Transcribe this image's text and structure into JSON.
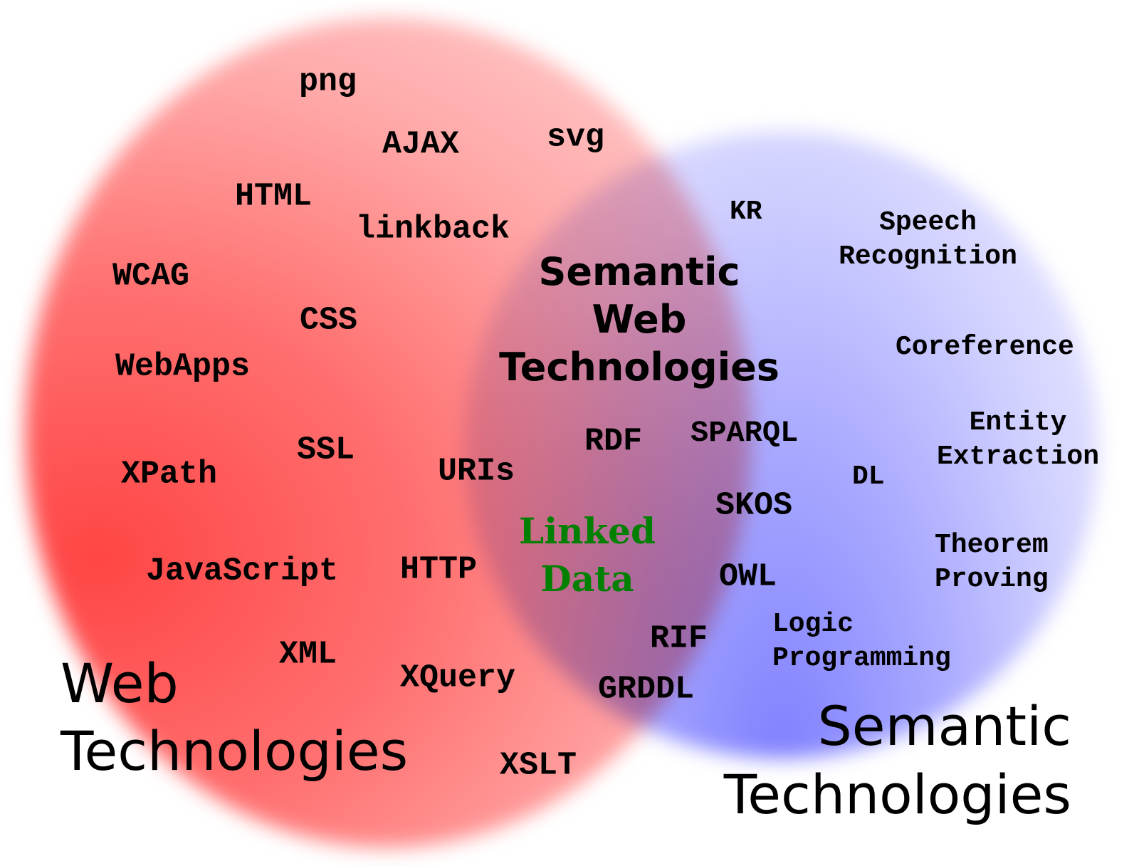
{
  "web_circle": {
    "label_line1": "Web",
    "label_line2": "Technologies",
    "color": "#ff5050"
  },
  "semantic_circle": {
    "label_line1": "Semantic",
    "label_line2": "Technologies",
    "color": "#8888ff"
  },
  "intersection": {
    "title_line1": "Semantic",
    "title_line2": "Web",
    "title_line3": "Technologies",
    "linked_data_line1": "Linked",
    "linked_data_line2": "Data",
    "linked_data_color": "#008000"
  },
  "web_items": [
    "png",
    "AJAX",
    "svg",
    "HTML",
    "linkback",
    "WCAG",
    "CSS",
    "WebApps",
    "XPath",
    "SSL",
    "URIs",
    "JavaScript",
    "HTTP",
    "XML",
    "XQuery",
    "XSLT"
  ],
  "overlap_items": [
    "RDF",
    "SPARQL",
    "SKOS",
    "OWL",
    "RIF",
    "GRDDL"
  ],
  "semantic_items": {
    "kr": "KR",
    "speech_1": "Speech",
    "speech_2": "Recognition",
    "coreference": "Coreference",
    "entity_1": "Entity",
    "entity_2": "Extraction",
    "dl": "DL",
    "theorem_1": "Theorem",
    "theorem_2": "Proving",
    "logic_1": "Logic",
    "logic_2": "Programming"
  }
}
